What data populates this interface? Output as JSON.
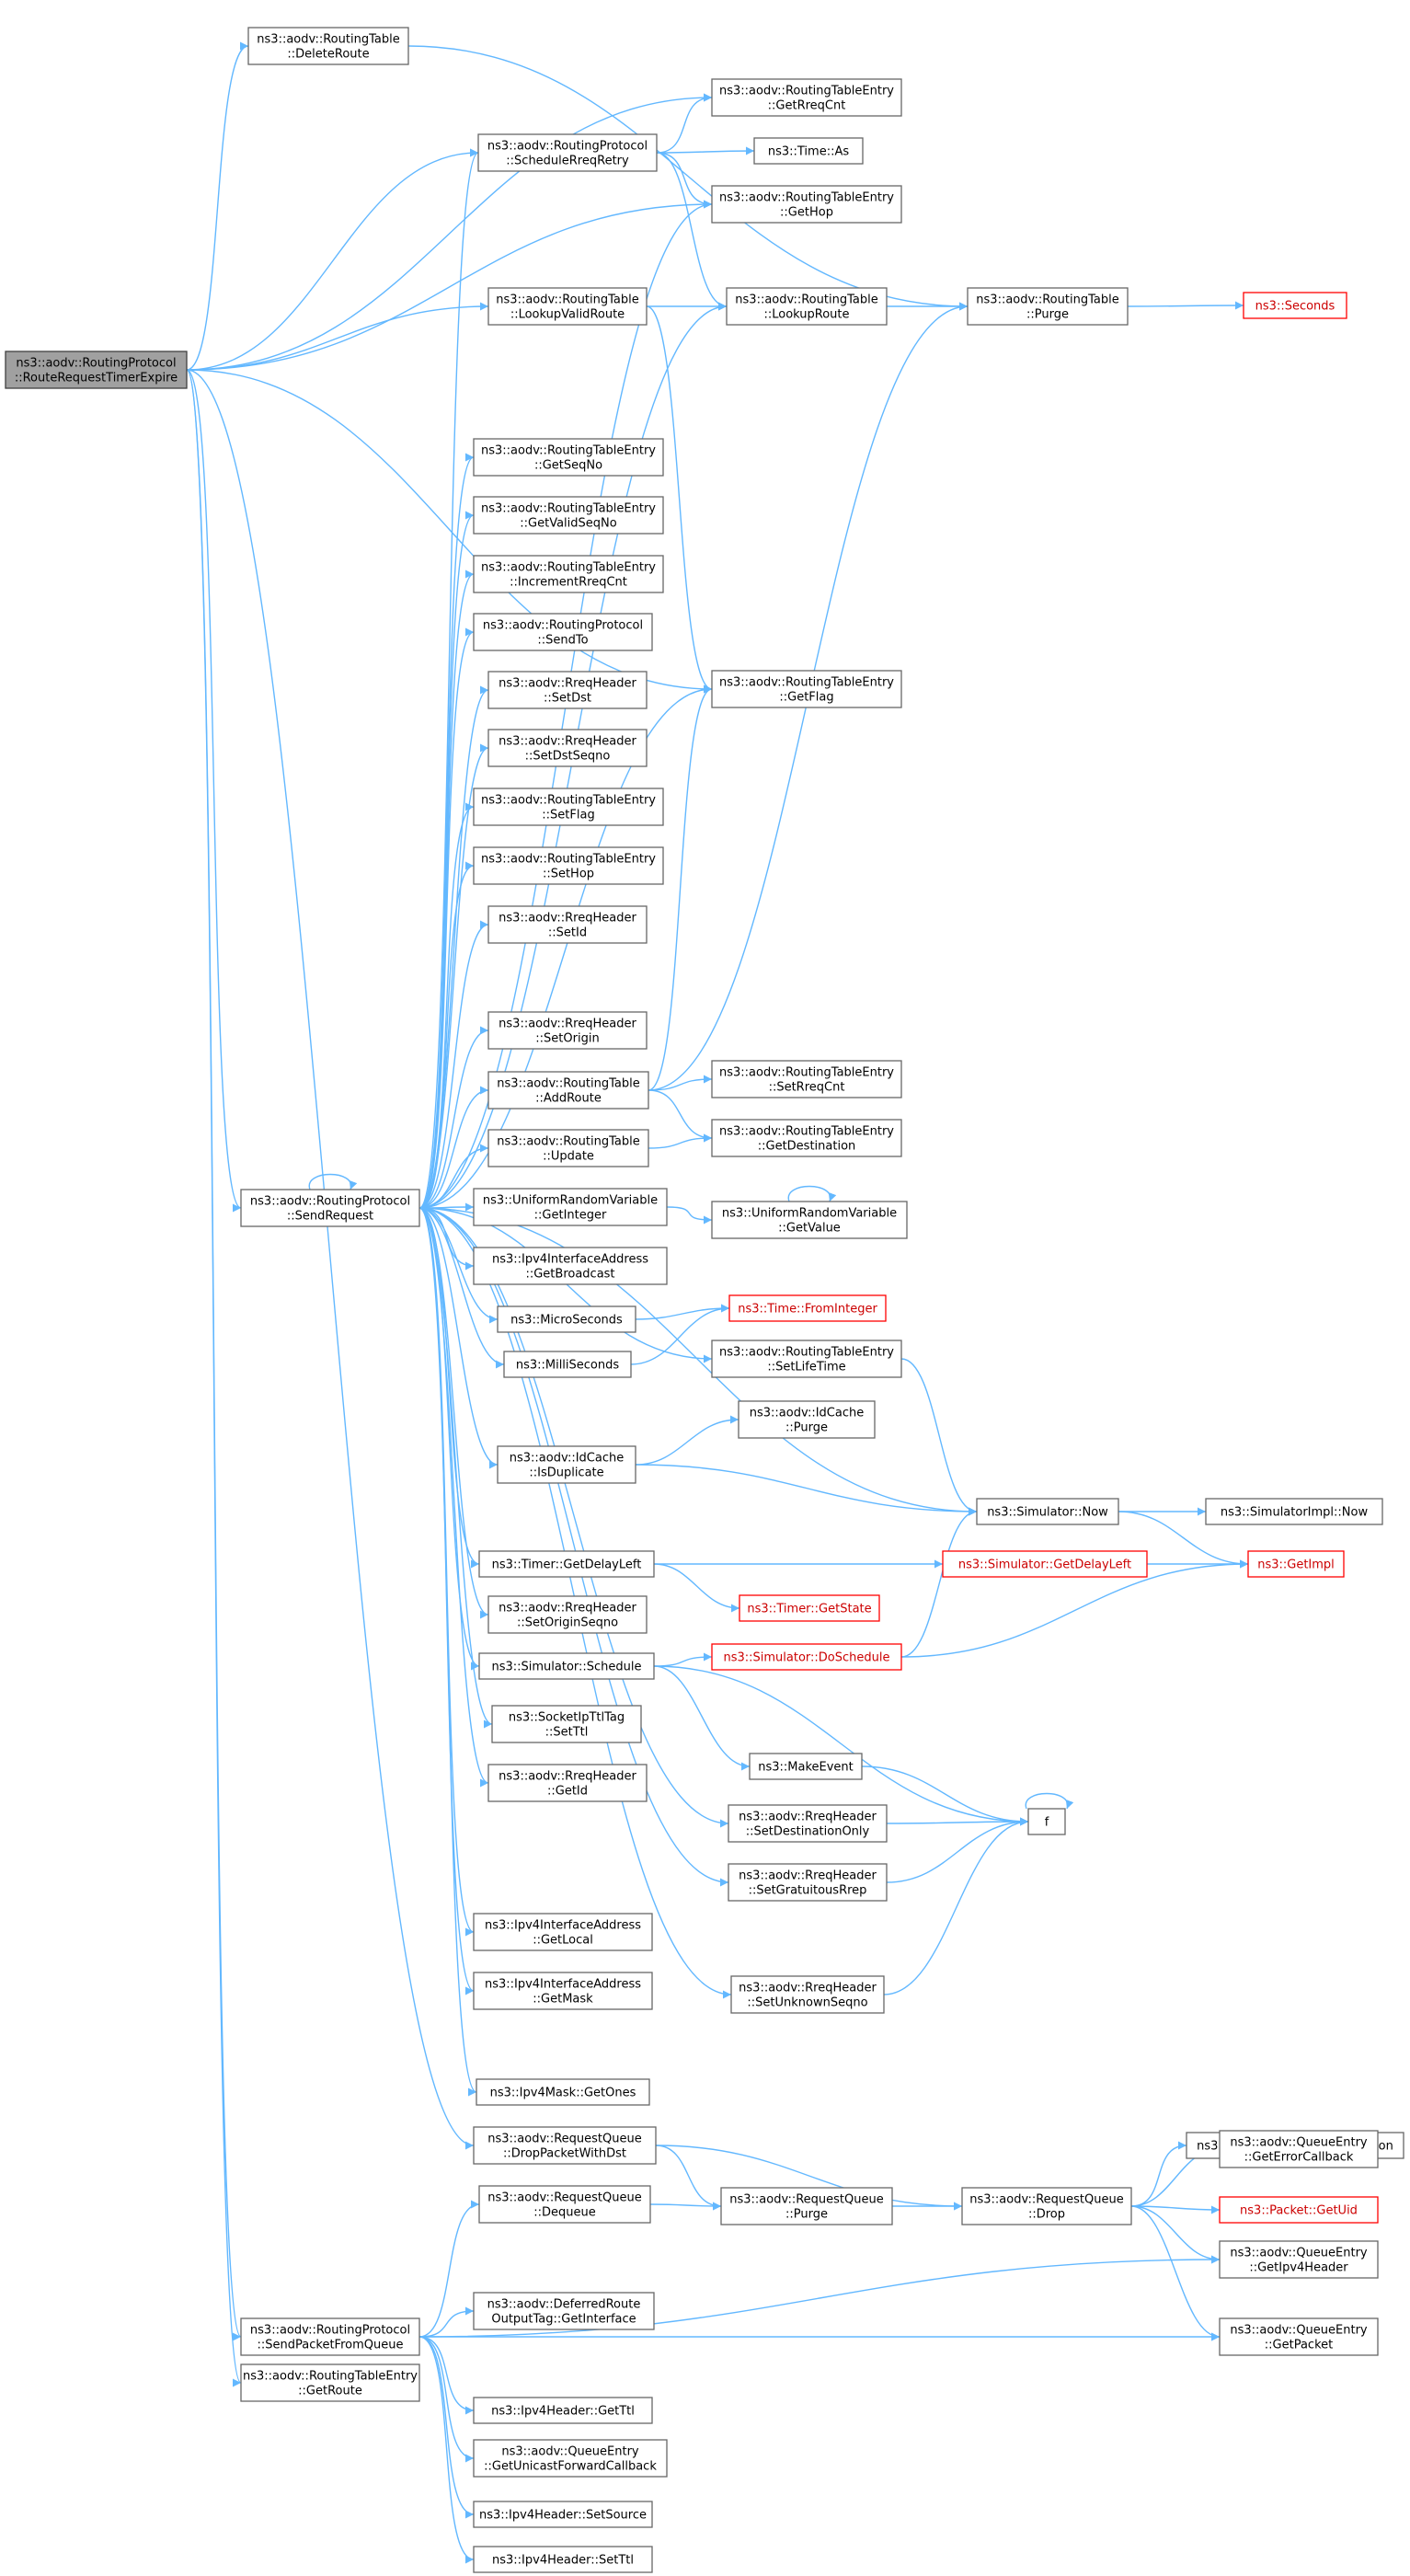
{
  "diagram": {
    "kind": "call-graph",
    "colors": {
      "edge": "#63b8ff",
      "node_border": "#666666",
      "root_fill": "#a0a0a0",
      "truncated_border": "#ff0000"
    },
    "nodes": [
      {
        "id": "root",
        "lines": [
          "ns3::aodv::RoutingProtocol",
          "::RouteRequestTimerExpire"
        ],
        "root": true
      },
      {
        "id": "deleteRoute",
        "lines": [
          "ns3::aodv::RoutingTable",
          "::DeleteRoute"
        ]
      },
      {
        "id": "getRreqCnt",
        "lines": [
          "ns3::aodv::RoutingTableEntry",
          "::GetRreqCnt"
        ]
      },
      {
        "id": "scheduleRreqRetry",
        "lines": [
          "ns3::aodv::RoutingProtocol",
          "::ScheduleRreqRetry"
        ]
      },
      {
        "id": "timeAs",
        "lines": [
          "ns3::Time::As"
        ]
      },
      {
        "id": "getHop",
        "lines": [
          "ns3::aodv::RoutingTableEntry",
          "::GetHop"
        ]
      },
      {
        "id": "lookupValidRoute",
        "lines": [
          "ns3::aodv::RoutingTable",
          "::LookupValidRoute"
        ]
      },
      {
        "id": "lookupRoute",
        "lines": [
          "ns3::aodv::RoutingTable",
          "::LookupRoute"
        ]
      },
      {
        "id": "purge",
        "lines": [
          "ns3::aodv::RoutingTable",
          "::Purge"
        ]
      },
      {
        "id": "seconds",
        "lines": [
          "ns3::Seconds"
        ],
        "truncated": true
      },
      {
        "id": "getSeqNo",
        "lines": [
          "ns3::aodv::RoutingTableEntry",
          "::GetSeqNo"
        ]
      },
      {
        "id": "getValidSeqNo",
        "lines": [
          "ns3::aodv::RoutingTableEntry",
          "::GetValidSeqNo"
        ]
      },
      {
        "id": "incrementRreqCnt",
        "lines": [
          "ns3::aodv::RoutingTableEntry",
          "::IncrementRreqCnt"
        ]
      },
      {
        "id": "sendTo",
        "lines": [
          "ns3::aodv::RoutingProtocol",
          "::SendTo"
        ]
      },
      {
        "id": "setDst",
        "lines": [
          "ns3::aodv::RreqHeader",
          "::SetDst"
        ]
      },
      {
        "id": "getFlag",
        "lines": [
          "ns3::aodv::RoutingTableEntry",
          "::GetFlag"
        ]
      },
      {
        "id": "setDstSeqno",
        "lines": [
          "ns3::aodv::RreqHeader",
          "::SetDstSeqno"
        ]
      },
      {
        "id": "setFlag",
        "lines": [
          "ns3::aodv::RoutingTableEntry",
          "::SetFlag"
        ]
      },
      {
        "id": "setHop",
        "lines": [
          "ns3::aodv::RoutingTableEntry",
          "::SetHop"
        ]
      },
      {
        "id": "setId",
        "lines": [
          "ns3::aodv::RreqHeader",
          "::SetId"
        ]
      },
      {
        "id": "setOrigin",
        "lines": [
          "ns3::aodv::RreqHeader",
          "::SetOrigin"
        ]
      },
      {
        "id": "addRoute",
        "lines": [
          "ns3::aodv::RoutingTable",
          "::AddRoute"
        ]
      },
      {
        "id": "setRreqCnt",
        "lines": [
          "ns3::aodv::RoutingTableEntry",
          "::SetRreqCnt"
        ]
      },
      {
        "id": "update",
        "lines": [
          "ns3::aodv::RoutingTable",
          "::Update"
        ]
      },
      {
        "id": "getDestination",
        "lines": [
          "ns3::aodv::RoutingTableEntry",
          "::GetDestination"
        ]
      },
      {
        "id": "sendRequest",
        "lines": [
          "ns3::aodv::RoutingProtocol",
          "::SendRequest"
        ]
      },
      {
        "id": "getInteger",
        "lines": [
          "ns3::UniformRandomVariable",
          "::GetInteger"
        ]
      },
      {
        "id": "getValue",
        "lines": [
          "ns3::UniformRandomVariable",
          "::GetValue"
        ]
      },
      {
        "id": "getBroadcast",
        "lines": [
          "ns3::Ipv4InterfaceAddress",
          "::GetBroadcast"
        ]
      },
      {
        "id": "microSeconds",
        "lines": [
          "ns3::MicroSeconds"
        ]
      },
      {
        "id": "fromInteger",
        "lines": [
          "ns3::Time::FromInteger"
        ],
        "truncated": true
      },
      {
        "id": "milliSeconds",
        "lines": [
          "ns3::MilliSeconds"
        ]
      },
      {
        "id": "setLifeTime",
        "lines": [
          "ns3::aodv::RoutingTableEntry",
          "::SetLifeTime"
        ]
      },
      {
        "id": "idCachePurge",
        "lines": [
          "ns3::aodv::IdCache",
          "::Purge"
        ]
      },
      {
        "id": "isDuplicate",
        "lines": [
          "ns3::aodv::IdCache",
          "::IsDuplicate"
        ]
      },
      {
        "id": "simNow",
        "lines": [
          "ns3::Simulator::Now"
        ]
      },
      {
        "id": "simImplNow",
        "lines": [
          "ns3::SimulatorImpl::Now"
        ]
      },
      {
        "id": "getDelayLeft",
        "lines": [
          "ns3::Timer::GetDelayLeft"
        ]
      },
      {
        "id": "simGetDelayLeft",
        "lines": [
          "ns3::Simulator::GetDelayLeft"
        ],
        "truncated": true
      },
      {
        "id": "getImpl",
        "lines": [
          "ns3::GetImpl"
        ],
        "truncated": true
      },
      {
        "id": "getState",
        "lines": [
          "ns3::Timer::GetState"
        ],
        "truncated": true
      },
      {
        "id": "setOriginSeqno",
        "lines": [
          "ns3::aodv::RreqHeader",
          "::SetOriginSeqno"
        ]
      },
      {
        "id": "schedule",
        "lines": [
          "ns3::Simulator::Schedule"
        ]
      },
      {
        "id": "doSchedule",
        "lines": [
          "ns3::Simulator::DoSchedule"
        ],
        "truncated": true
      },
      {
        "id": "setTtl",
        "lines": [
          "ns3::SocketIpTtlTag",
          "::SetTtl"
        ]
      },
      {
        "id": "makeEvent",
        "lines": [
          "ns3::MakeEvent"
        ]
      },
      {
        "id": "getIdHdr",
        "lines": [
          "ns3::aodv::RreqHeader",
          "::GetId"
        ]
      },
      {
        "id": "setDestinationOnly",
        "lines": [
          "ns3::aodv::RreqHeader",
          "::SetDestinationOnly"
        ]
      },
      {
        "id": "f",
        "lines": [
          "f"
        ]
      },
      {
        "id": "setGratuitousRrep",
        "lines": [
          "ns3::aodv::RreqHeader",
          "::SetGratuitousRrep"
        ]
      },
      {
        "id": "getLocal",
        "lines": [
          "ns3::Ipv4InterfaceAddress",
          "::GetLocal"
        ]
      },
      {
        "id": "getMask",
        "lines": [
          "ns3::Ipv4InterfaceAddress",
          "::GetMask"
        ]
      },
      {
        "id": "setUnknownSeqno",
        "lines": [
          "ns3::aodv::RreqHeader",
          "::SetUnknownSeqno"
        ]
      },
      {
        "id": "getOnes",
        "lines": [
          "ns3::Ipv4Mask::GetOnes"
        ]
      },
      {
        "id": "ipv4GetDestination",
        "lines": [
          "ns3::Ipv4Header::GetDestination"
        ]
      },
      {
        "id": "dropPacketWithDst",
        "lines": [
          "ns3::aodv::RequestQueue",
          "::DropPacketWithDst"
        ]
      },
      {
        "id": "getErrorCallback",
        "lines": [
          "ns3::aodv::QueueEntry",
          "::GetErrorCallback"
        ]
      },
      {
        "id": "dequeue",
        "lines": [
          "ns3::aodv::RequestQueue",
          "::Dequeue"
        ]
      },
      {
        "id": "rqPurge",
        "lines": [
          "ns3::aodv::RequestQueue",
          "::Purge"
        ]
      },
      {
        "id": "drop",
        "lines": [
          "ns3::aodv::RequestQueue",
          "::Drop"
        ]
      },
      {
        "id": "getUid",
        "lines": [
          "ns3::Packet::GetUid"
        ],
        "truncated": true
      },
      {
        "id": "getIpv4Header",
        "lines": [
          "ns3::aodv::QueueEntry",
          "::GetIpv4Header"
        ]
      },
      {
        "id": "deferredGetInterface",
        "lines": [
          "ns3::aodv::DeferredRoute",
          "OutputTag::GetInterface"
        ]
      },
      {
        "id": "sendPacketFromQueue",
        "lines": [
          "ns3::aodv::RoutingProtocol",
          "::SendPacketFromQueue"
        ]
      },
      {
        "id": "getPacket",
        "lines": [
          "ns3::aodv::QueueEntry",
          "::GetPacket"
        ]
      },
      {
        "id": "getRoute",
        "lines": [
          "ns3::aodv::RoutingTableEntry",
          "::GetRoute"
        ]
      },
      {
        "id": "ipv4GetTtl",
        "lines": [
          "ns3::Ipv4Header::GetTtl"
        ]
      },
      {
        "id": "getUnicastForwardCallback",
        "lines": [
          "ns3::aodv::QueueEntry",
          "::GetUnicastForwardCallback"
        ]
      },
      {
        "id": "setSource",
        "lines": [
          "ns3::Ipv4Header::SetSource"
        ]
      },
      {
        "id": "ipv4SetTtl",
        "lines": [
          "ns3::Ipv4Header::SetTtl"
        ]
      }
    ],
    "edges": [
      [
        "root",
        "deleteRoute"
      ],
      [
        "root",
        "getRreqCnt"
      ],
      [
        "root",
        "scheduleRreqRetry"
      ],
      [
        "root",
        "getHop"
      ],
      [
        "root",
        "lookupValidRoute"
      ],
      [
        "root",
        "getFlag"
      ],
      [
        "root",
        "sendRequest"
      ],
      [
        "root",
        "dropPacketWithDst"
      ],
      [
        "root",
        "sendPacketFromQueue"
      ],
      [
        "root",
        "getRoute"
      ],
      [
        "deleteRoute",
        "purge"
      ],
      [
        "scheduleRreqRetry",
        "getRreqCnt"
      ],
      [
        "scheduleRreqRetry",
        "timeAs"
      ],
      [
        "scheduleRreqRetry",
        "getHop"
      ],
      [
        "scheduleRreqRetry",
        "lookupRoute"
      ],
      [
        "lookupValidRoute",
        "lookupRoute"
      ],
      [
        "lookupValidRoute",
        "getFlag"
      ],
      [
        "lookupRoute",
        "purge"
      ],
      [
        "purge",
        "seconds"
      ],
      [
        "sendRequest",
        "sendRequest"
      ],
      [
        "sendRequest",
        "scheduleRreqRetry"
      ],
      [
        "sendRequest",
        "getHop"
      ],
      [
        "sendRequest",
        "lookupRoute"
      ],
      [
        "sendRequest",
        "getSeqNo"
      ],
      [
        "sendRequest",
        "getValidSeqNo"
      ],
      [
        "sendRequest",
        "incrementRreqCnt"
      ],
      [
        "sendRequest",
        "sendTo"
      ],
      [
        "sendRequest",
        "setDst"
      ],
      [
        "sendRequest",
        "getFlag"
      ],
      [
        "sendRequest",
        "setDstSeqno"
      ],
      [
        "sendRequest",
        "setFlag"
      ],
      [
        "sendRequest",
        "setHop"
      ],
      [
        "sendRequest",
        "setId"
      ],
      [
        "sendRequest",
        "setOrigin"
      ],
      [
        "sendRequest",
        "addRoute"
      ],
      [
        "sendRequest",
        "update"
      ],
      [
        "sendRequest",
        "getInteger"
      ],
      [
        "sendRequest",
        "getBroadcast"
      ],
      [
        "sendRequest",
        "microSeconds"
      ],
      [
        "sendRequest",
        "milliSeconds"
      ],
      [
        "sendRequest",
        "setLifeTime"
      ],
      [
        "sendRequest",
        "isDuplicate"
      ],
      [
        "sendRequest",
        "simNow"
      ],
      [
        "sendRequest",
        "getDelayLeft"
      ],
      [
        "sendRequest",
        "setOriginSeqno"
      ],
      [
        "sendRequest",
        "schedule"
      ],
      [
        "sendRequest",
        "setTtl"
      ],
      [
        "sendRequest",
        "getIdHdr"
      ],
      [
        "sendRequest",
        "setDestinationOnly"
      ],
      [
        "sendRequest",
        "setGratuitousRrep"
      ],
      [
        "sendRequest",
        "getLocal"
      ],
      [
        "sendRequest",
        "getMask"
      ],
      [
        "sendRequest",
        "setUnknownSeqno"
      ],
      [
        "sendRequest",
        "getOnes"
      ],
      [
        "addRoute",
        "getFlag"
      ],
      [
        "addRoute",
        "purge"
      ],
      [
        "addRoute",
        "setRreqCnt"
      ],
      [
        "addRoute",
        "getDestination"
      ],
      [
        "update",
        "getDestination"
      ],
      [
        "getInteger",
        "getValue"
      ],
      [
        "getValue",
        "getValue"
      ],
      [
        "microSeconds",
        "fromInteger"
      ],
      [
        "milliSeconds",
        "fromInteger"
      ],
      [
        "setLifeTime",
        "simNow"
      ],
      [
        "isDuplicate",
        "idCachePurge"
      ],
      [
        "isDuplicate",
        "simNow"
      ],
      [
        "simNow",
        "simImplNow"
      ],
      [
        "simNow",
        "getImpl"
      ],
      [
        "getDelayLeft",
        "simGetDelayLeft"
      ],
      [
        "getDelayLeft",
        "getState"
      ],
      [
        "simGetDelayLeft",
        "getImpl"
      ],
      [
        "schedule",
        "doSchedule"
      ],
      [
        "schedule",
        "makeEvent"
      ],
      [
        "schedule",
        "f"
      ],
      [
        "doSchedule",
        "simNow"
      ],
      [
        "doSchedule",
        "getImpl"
      ],
      [
        "makeEvent",
        "f"
      ],
      [
        "setDestinationOnly",
        "f"
      ],
      [
        "setGratuitousRrep",
        "f"
      ],
      [
        "setUnknownSeqno",
        "f"
      ],
      [
        "f",
        "f"
      ],
      [
        "dropPacketWithDst",
        "rqPurge"
      ],
      [
        "dropPacketWithDst",
        "drop"
      ],
      [
        "dequeue",
        "rqPurge"
      ],
      [
        "rqPurge",
        "drop"
      ],
      [
        "drop",
        "ipv4GetDestination"
      ],
      [
        "drop",
        "getErrorCallback"
      ],
      [
        "drop",
        "getUid"
      ],
      [
        "drop",
        "getIpv4Header"
      ],
      [
        "drop",
        "getPacket"
      ],
      [
        "sendPacketFromQueue",
        "dequeue"
      ],
      [
        "sendPacketFromQueue",
        "getIpv4Header"
      ],
      [
        "sendPacketFromQueue",
        "deferredGetInterface"
      ],
      [
        "sendPacketFromQueue",
        "getPacket"
      ],
      [
        "sendPacketFromQueue",
        "ipv4GetTtl"
      ],
      [
        "sendPacketFromQueue",
        "getUnicastForwardCallback"
      ],
      [
        "sendPacketFromQueue",
        "setSource"
      ],
      [
        "sendPacketFromQueue",
        "ipv4SetTtl"
      ]
    ]
  }
}
